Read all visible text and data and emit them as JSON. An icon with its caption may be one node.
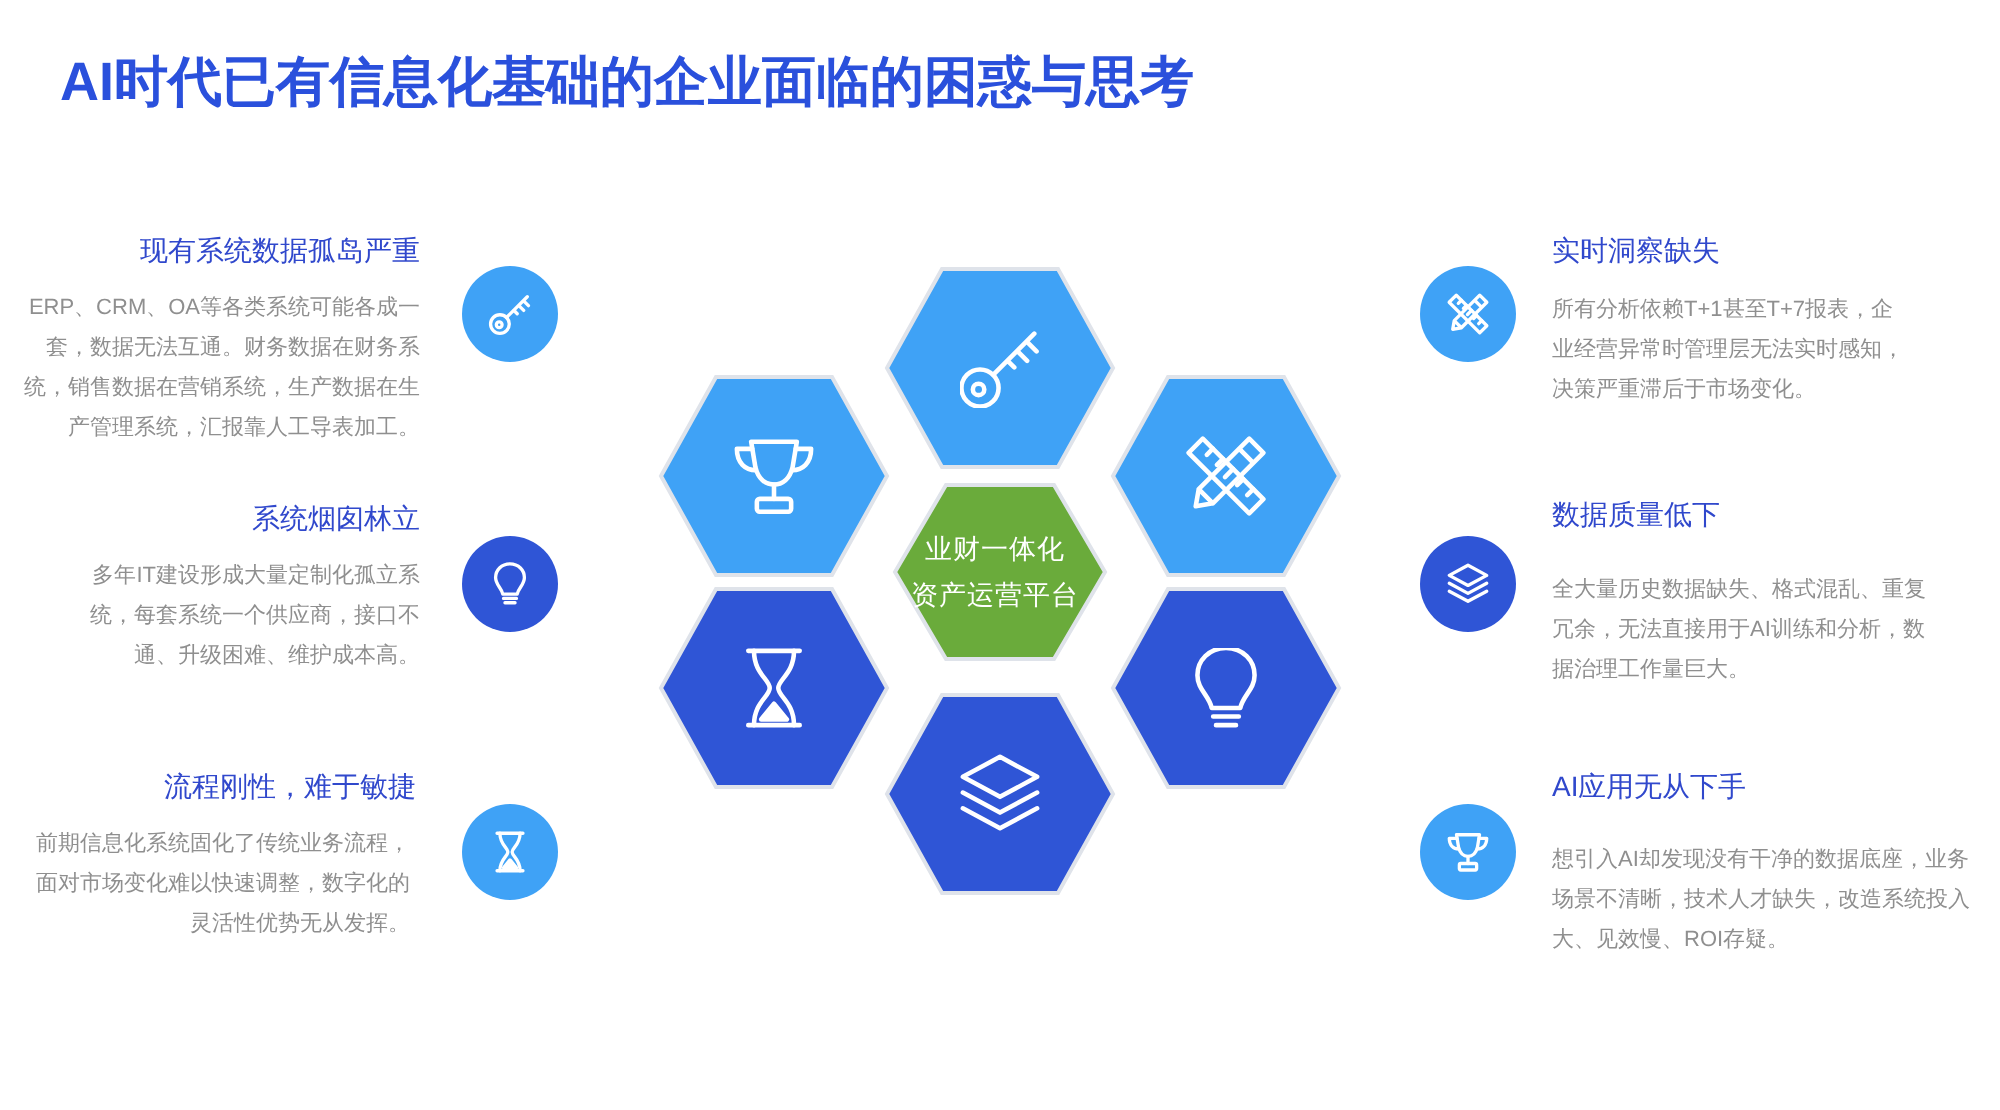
{
  "diagram": {
    "title": "AI时代已有信息化基础的企业面临的困惑与思考",
    "nodes": [
      {
        "text": [],
        "shape": "hexagon"
      },
      {
        "text": [],
        "shape": "hexagon"
      },
      {
        "text": [],
        "shape": "hexagon"
      },
      {
        "text": [
          "业财一体化资产运营平台"
        ]
      },
      {
        "text": [],
        "shape": "hexagon"
      },
      {
        "text": [],
        "shape": "hexagon"
      },
      {
        "text": [],
        "shape": "hexagon"
      }
    ],
    "labels": [
      "现有系统数据孤岛严重",
      "ERP、CRM、OA等各类系统可能各成一套，数据无法互通。财务数据在财务系统，销售数据在营销系统，生产数据在生产管理系统，汇报靠人工导表加工。",
      "实时洞察缺失",
      "所有分析依赖T+1甚至T+7报表，企业经营异常时管理层无法实时感知，决策严重滞后于市场变化。",
      "系统烟囱林立",
      "多年IT建设形成大量定制化孤立系统，每套系统一个供应商，接口不通、升级困难、维护成本高。",
      "数据质量低下",
      "全大量历史数据缺失、格式混乱、重复冗余，无法直接用于AI训练和分析，数据治理工作量巨大。",
      "流程刚性，难于敏捷",
      "前期信息化系统固化了传统业务流程，面对市场变化难以快速调整，数字化的灵活性优势无从发挥。",
      "AI应用无从下手",
      "想引入AI却发现没有干净的数据底座，业务场景不清晰，技术人才缺失，改造系统投入大、见效慢、ROI存疑。"
    ]
  }
}
